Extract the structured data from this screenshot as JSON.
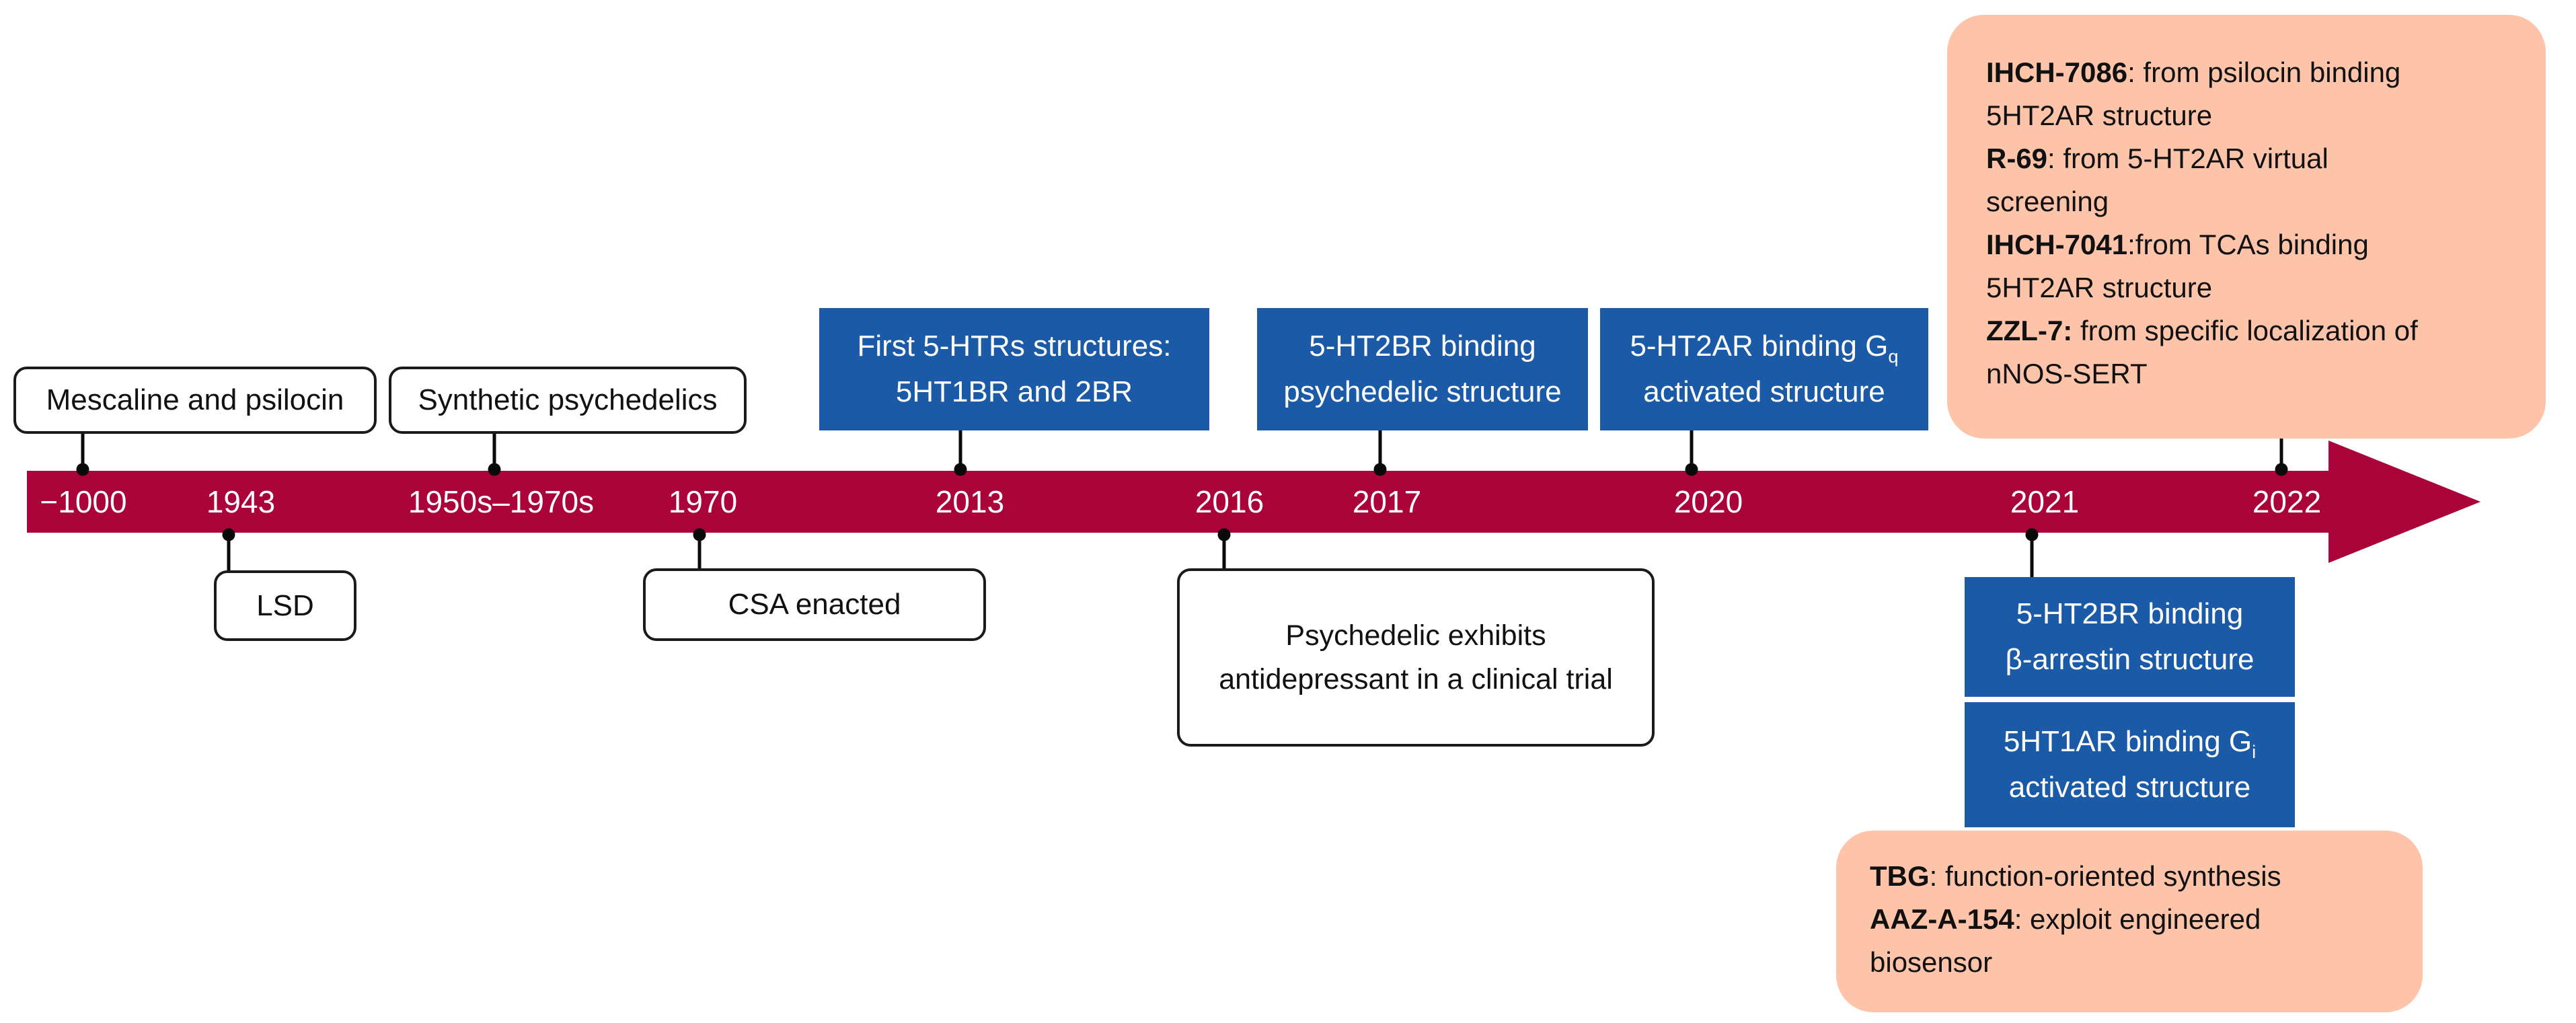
{
  "timeline": {
    "years": [
      "−1000",
      "1943",
      "1950s–1970s",
      "1970",
      "2013",
      "2016",
      "2017",
      "2020",
      "2021",
      "2022"
    ]
  },
  "colors": {
    "arrow_red": "#A90339",
    "structure_blue": "#1A5AA6",
    "compound_peach": "#FEC4AA",
    "plain_box_border": "#1a1a1a"
  },
  "events": {
    "mescaline": {
      "label": "Mescaline and psilocin",
      "year": "−1000"
    },
    "synthetic": {
      "label": "Synthetic psychedelics",
      "year": "1950s–1970s"
    },
    "first_htrs": {
      "line1": "First 5-HTRs structures:",
      "line2": "5HT1BR and 2BR",
      "year": "2013"
    },
    "ht2br_psychedelic": {
      "line1": "5-HT2BR binding",
      "line2": "psychedelic structure",
      "year": "2017"
    },
    "ht2ar_gq": {
      "line1_pre": "5-HT2AR binding G",
      "line1_sub": "q",
      "line2": "activated structure",
      "year": "2020"
    },
    "lsd": {
      "label": "LSD",
      "year": "1943"
    },
    "csa": {
      "label": "CSA enacted",
      "year": "1970"
    },
    "clinical_trial": {
      "label": "Psychedelic exhibits antidepressant in a clinical trial",
      "year": "2016"
    },
    "ht2br_arrestin": {
      "line1": "5-HT2BR binding",
      "line2": "β-arrestin structure",
      "year": "2021"
    },
    "ht1ar_gi": {
      "line1_pre": "5HT1AR binding G",
      "line1_sub": "i",
      "line2": "activated structure",
      "year": "2021"
    },
    "compounds_2022": {
      "year": "2022",
      "lines": [
        {
          "bold": "IHCH-7086",
          "text": ": from psilocin binding"
        },
        {
          "bold": "",
          "text": "5HT2AR structure"
        },
        {
          "bold": "R-69",
          "text": ": from 5-HT2AR virtual"
        },
        {
          "bold": "",
          "text": "screening"
        },
        {
          "bold": "IHCH-7041",
          "text": ":from TCAs binding"
        },
        {
          "bold": "",
          "text": "5HT2AR structure"
        },
        {
          "bold": "ZZL-7:",
          "text": " from specific localization of"
        },
        {
          "bold": "",
          "text": "nNOS-SERT"
        }
      ]
    },
    "compounds_2021": {
      "year": "2021",
      "lines": [
        {
          "bold": "TBG",
          "text": ": function-oriented synthesis"
        },
        {
          "bold": "AAZ-A-154",
          "text": ": exploit engineered"
        },
        {
          "bold": "",
          "text": "biosensor"
        }
      ]
    }
  }
}
